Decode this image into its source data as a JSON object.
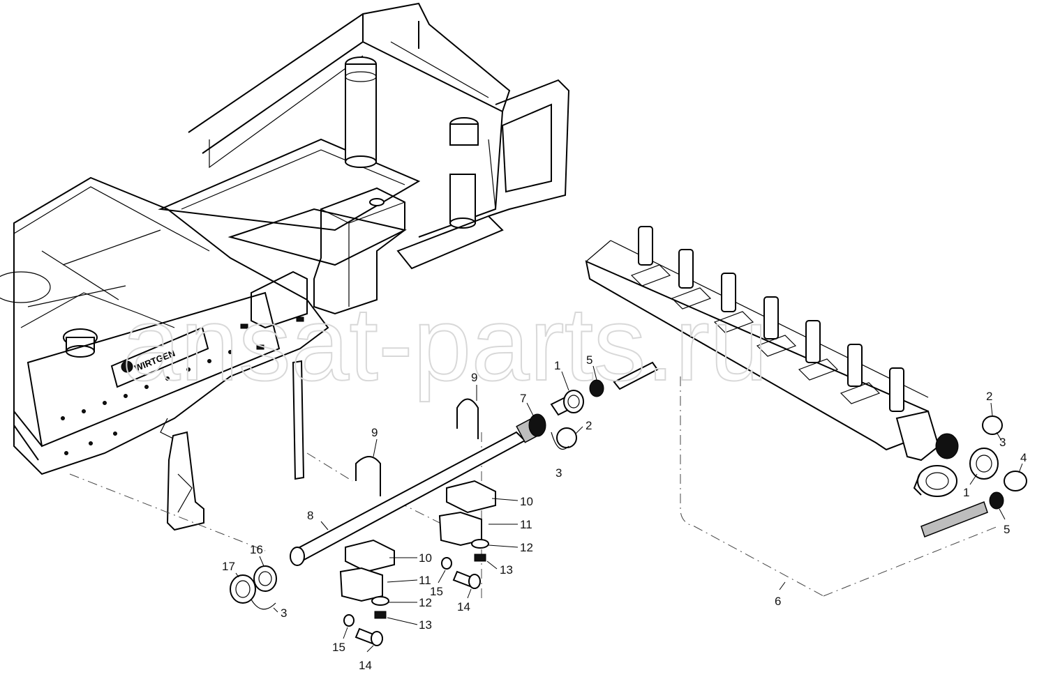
{
  "watermark": "ansat-parts.ru",
  "logo_text": "WIRTGEN",
  "callouts": [
    {
      "id": "c1a",
      "label": "1"
    },
    {
      "id": "c5a",
      "label": "5"
    },
    {
      "id": "c9a",
      "label": "9"
    },
    {
      "id": "c7",
      "label": "7"
    },
    {
      "id": "c2a",
      "label": "2"
    },
    {
      "id": "c3a",
      "label": "3"
    },
    {
      "id": "c9b",
      "label": "9"
    },
    {
      "id": "c10a",
      "label": "10"
    },
    {
      "id": "c8",
      "label": "8"
    },
    {
      "id": "c11a",
      "label": "11"
    },
    {
      "id": "c12a",
      "label": "12"
    },
    {
      "id": "c13a",
      "label": "13"
    },
    {
      "id": "c10b",
      "label": "10"
    },
    {
      "id": "c16",
      "label": "16"
    },
    {
      "id": "c17",
      "label": "17"
    },
    {
      "id": "c11b",
      "label": "11"
    },
    {
      "id": "c15a",
      "label": "15"
    },
    {
      "id": "c14a",
      "label": "14"
    },
    {
      "id": "c12b",
      "label": "12"
    },
    {
      "id": "c3b",
      "label": "3"
    },
    {
      "id": "c13b",
      "label": "13"
    },
    {
      "id": "c15b",
      "label": "15"
    },
    {
      "id": "c14b",
      "label": "14"
    },
    {
      "id": "c2b",
      "label": "2"
    },
    {
      "id": "c3c",
      "label": "3"
    },
    {
      "id": "c4",
      "label": "4"
    },
    {
      "id": "c1b",
      "label": "1"
    },
    {
      "id": "c5b",
      "label": "5"
    },
    {
      "id": "c6",
      "label": "6"
    }
  ]
}
